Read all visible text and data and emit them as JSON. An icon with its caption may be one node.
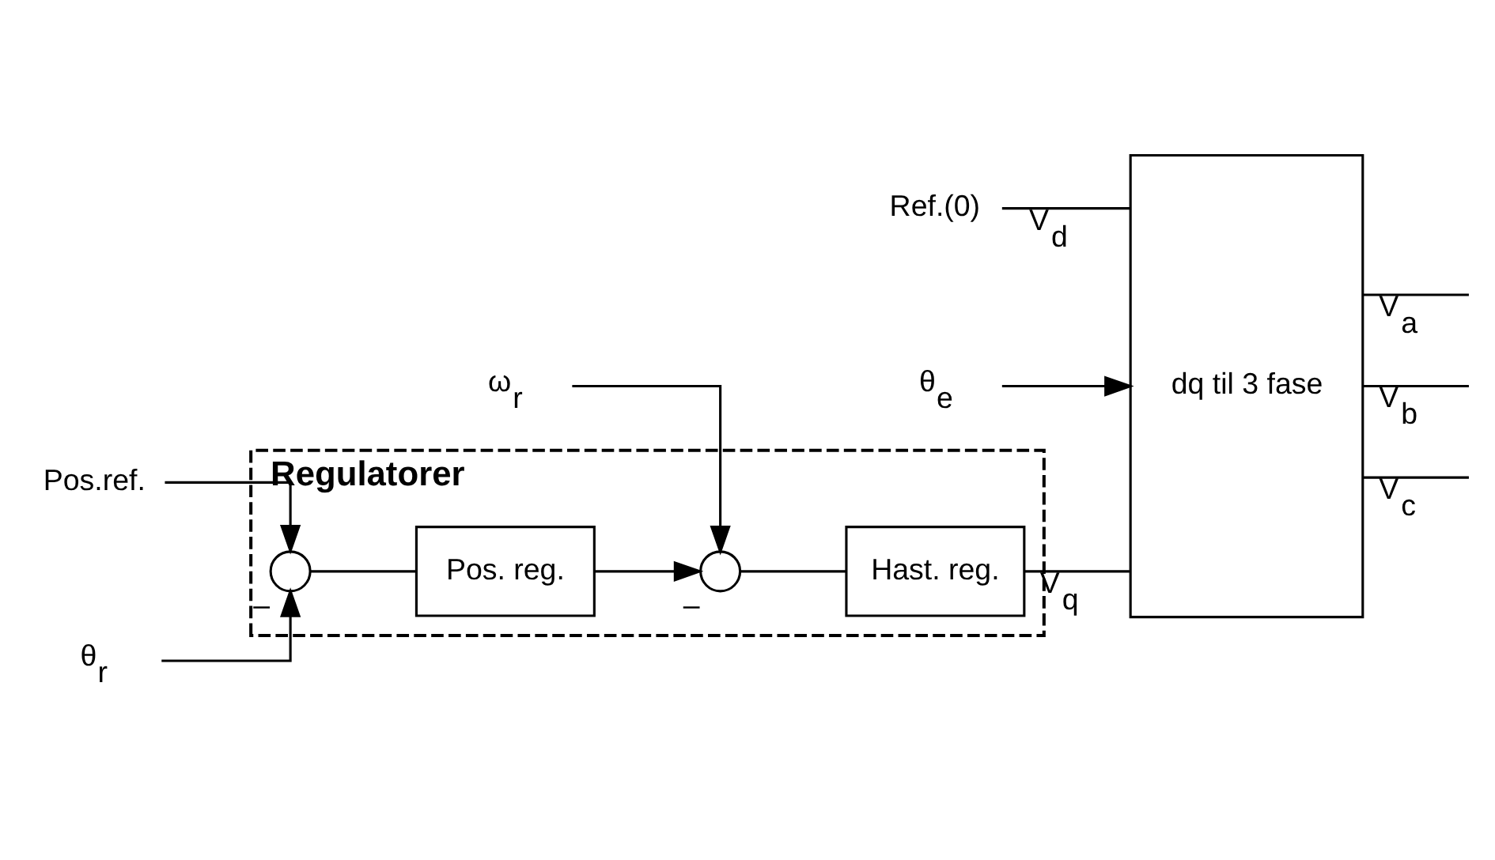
{
  "diagram": {
    "nodes": [
      {
        "text": [
          "Regulatorer"
        ]
      },
      {
        "text": [],
        "shape": "circle",
        "in": 0,
        "beside": [
          "–"
        ]
      },
      {
        "text": [
          "Pos. reg."
        ],
        "in": 0
      },
      {
        "text": [],
        "shape": "circle",
        "in": 0,
        "beside": [
          "–"
        ]
      },
      {
        "text": [
          "Hast. reg."
        ],
        "in": 0
      },
      {
        "text": [
          "dq til 3 fase"
        ]
      },
      {
        "text": [
          "Pos.ref."
        ]
      },
      {
        "text": [
          "Ref.(0)"
        ]
      },
      {
        "text": [
          "θ$_{r}$"
        ]
      },
      {
        "text": [
          "ω$_{r}$"
        ]
      },
      {
        "text": [
          "θ$_{e}$"
        ]
      }
    ],
    "edges": [
      {
        "from": 6,
        "to": 1,
        "arrow": "to"
      },
      {
        "from": 8,
        "to": 1,
        "arrow": "to"
      },
      {
        "from": 1,
        "to": 2,
        "arrow": "none"
      },
      {
        "from": 2,
        "to": 3,
        "arrow": "to"
      },
      {
        "from": 9,
        "to": 3,
        "arrow": "to"
      },
      {
        "from": 3,
        "to": 4,
        "arrow": "none"
      },
      {
        "from": 7,
        "to": 5,
        "arrow": "none",
        "label": "V$_{d}$"
      },
      {
        "from": 4,
        "to": 5,
        "arrow": "none",
        "label": "V$_{q}$"
      },
      {
        "from": 10,
        "to": 5,
        "arrow": "to"
      },
      {
        "from": 5,
        "to": null,
        "arrow": "none",
        "label": "V$_{a}$"
      },
      {
        "from": 5,
        "to": null,
        "arrow": "none",
        "label": "V$_{b}$"
      },
      {
        "from": 5,
        "to": null,
        "arrow": "none",
        "label": "V$_{c}$"
      }
    ]
  }
}
